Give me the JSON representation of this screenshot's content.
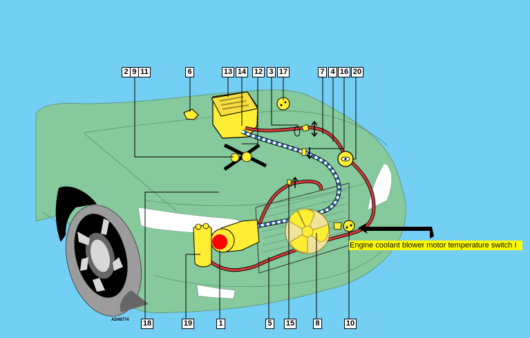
{
  "diagram": {
    "reference_code": "AD48774",
    "callout_text": "Engine coolant blower motor temperature switch I",
    "colors": {
      "background": "#73cff4",
      "car_body": "#85c99c",
      "component_yellow": "#ffee33",
      "refrigerant_hot_line": "#d43a3a",
      "refrigerant_cold_line": "#2a6bb5",
      "highlight": "#ffff00",
      "clutch_marker": "#ff0000"
    },
    "top_labels": [
      {
        "id": "2",
        "text": "2"
      },
      {
        "id": "9",
        "text": "9"
      },
      {
        "id": "11",
        "text": "11"
      },
      {
        "id": "6",
        "text": "6"
      },
      {
        "id": "13",
        "text": "13"
      },
      {
        "id": "14",
        "text": "14"
      },
      {
        "id": "12",
        "text": "12"
      },
      {
        "id": "3",
        "text": "3"
      },
      {
        "id": "17",
        "text": "17"
      },
      {
        "id": "7",
        "text": "7"
      },
      {
        "id": "4",
        "text": "4"
      },
      {
        "id": "16",
        "text": "16"
      },
      {
        "id": "20",
        "text": "20"
      }
    ],
    "bottom_labels": [
      {
        "id": "18",
        "text": "18"
      },
      {
        "id": "19",
        "text": "19"
      },
      {
        "id": "1",
        "text": "1"
      },
      {
        "id": "5",
        "text": "5"
      },
      {
        "id": "15",
        "text": "15"
      },
      {
        "id": "8",
        "text": "8"
      },
      {
        "id": "10",
        "text": "10"
      }
    ]
  }
}
